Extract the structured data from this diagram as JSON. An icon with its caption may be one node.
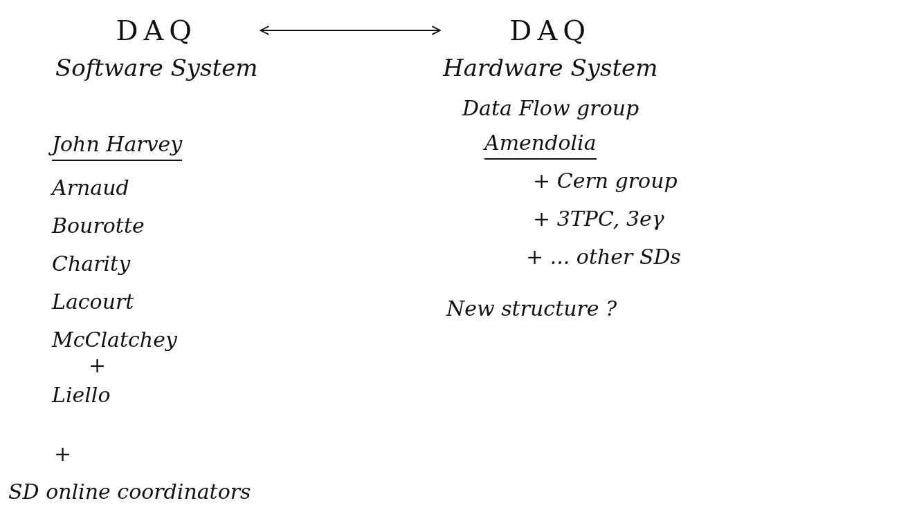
{
  "diagram": {
    "nodes": [
      {
        "text": [
          "DAQ",
          "Software System"
        ]
      },
      {
        "text": [
          "DAQ",
          "Hardware System"
        ]
      }
    ],
    "edges": [
      {
        "from": 0,
        "to": 1,
        "arrow": "both"
      }
    ],
    "labels": [
      "John Harvey",
      "Data Flow group",
      "Amendolia",
      "Arnaud",
      "+ Cern group",
      "Bourotte",
      "+ 3TPC, 3eγ",
      "Charity",
      "+ ... other SDs",
      "Lacourt",
      "McClatchey",
      "New structure ?",
      "+",
      "Liello",
      "+",
      "SD online coordinators"
    ]
  }
}
